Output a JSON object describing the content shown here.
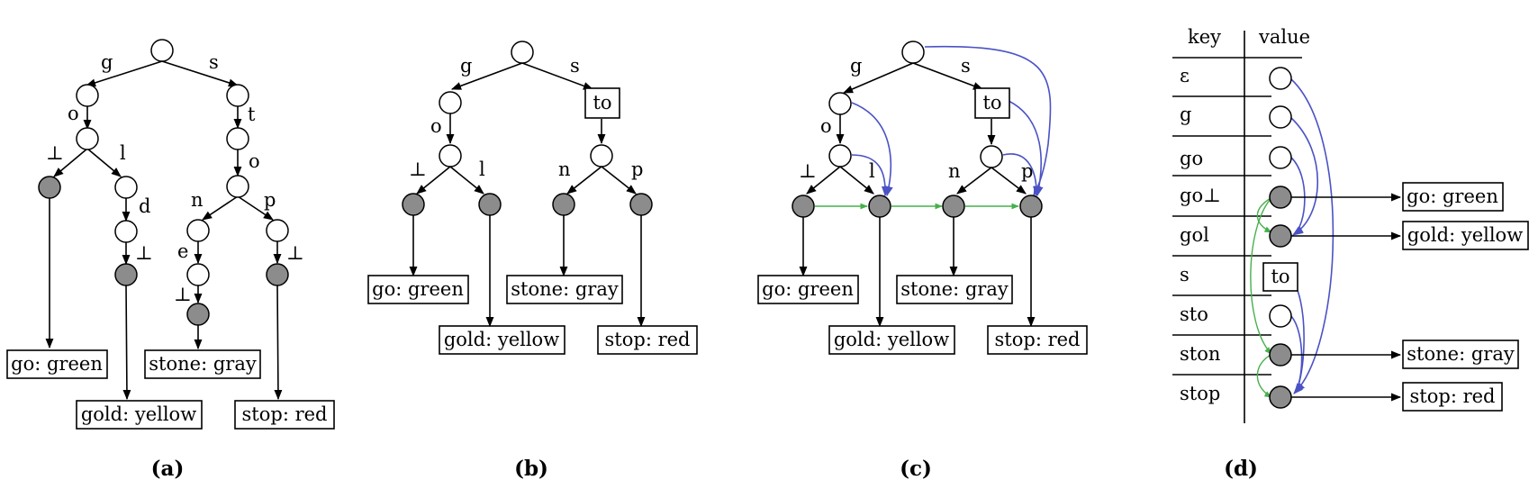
{
  "a": {
    "caption": "(a)",
    "labels": {
      "g": "g",
      "s": "s",
      "o1": "o",
      "t": "t",
      "bot1": "⊥",
      "l": "l",
      "o2": "o",
      "d": "d",
      "n": "n",
      "p": "p",
      "bot2": "⊥",
      "e": "e",
      "bot4": "⊥",
      "bot3": "⊥"
    },
    "boxes": {
      "go": "go: green",
      "gold": "gold: yellow",
      "stone": "stone: gray",
      "stop": "stop: red"
    }
  },
  "b": {
    "caption": "(b)",
    "labels": {
      "g": "g",
      "s": "s",
      "o": "o",
      "bot": "⊥",
      "l": "l",
      "n": "n",
      "p": "p"
    },
    "to_label": "to",
    "boxes": {
      "go": "go: green",
      "gold": "gold: yellow",
      "stone": "stone: gray",
      "stop": "stop: red"
    }
  },
  "c": {
    "caption": "(c)",
    "labels": {
      "g": "g",
      "s": "s",
      "o": "o",
      "bot": "⊥",
      "l": "l",
      "n": "n",
      "p": "p"
    },
    "to_label": "to",
    "boxes": {
      "go": "go: green",
      "gold": "gold: yellow",
      "stone": "stone: gray",
      "stop": "stop: red"
    }
  },
  "d": {
    "caption": "(d)",
    "header_key": "key",
    "header_value": "value",
    "keys": [
      "ε",
      "g",
      "go",
      "go⊥",
      "gol",
      "s",
      "sto",
      "ston",
      "stop"
    ],
    "to_label": "to",
    "boxes": {
      "go": "go: green",
      "gold": "gold: yellow",
      "stone": "stone: gray",
      "stop": "stop: red"
    }
  }
}
